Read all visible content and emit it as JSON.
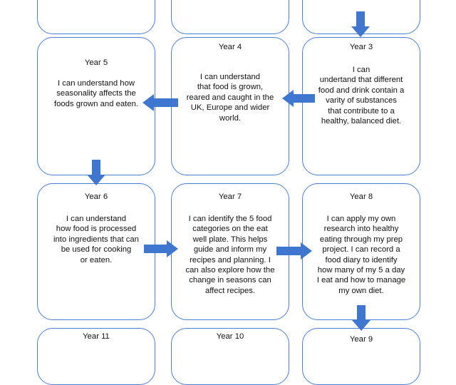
{
  "colors": {
    "box_border": "#4a7fd6",
    "arrow_fill": "#3f76cf"
  },
  "boxes": {
    "top_left": {
      "title": "",
      "body": ""
    },
    "top_middle": {
      "title": "",
      "body": ""
    },
    "top_right": {
      "title": "",
      "body": ""
    },
    "year5": {
      "title": "Year 5",
      "body": "I can understand how\nseasonality affects the\nfoods grown and eaten."
    },
    "year4": {
      "title": "Year 4",
      "body": "I can understand\nthat food is grown,\nreared and caught in the\nUK, Europe and wider\nworld."
    },
    "year3": {
      "title": "Year 3",
      "body": "I can\nundertand that different\nfood and drink contain a\nvarity of substances\nthat contribute to a\nhealthy, balanced diet."
    },
    "year6": {
      "title": "Year 6",
      "body": "I can understand\nhow food is processed\ninto ingredients that can\nbe used for cooking\nor eaten."
    },
    "year7": {
      "title": "Year 7",
      "body": "I can identify the 5 food\ncategories on the eat\nwell plate. This helps\nguide and inform my\nrecipes and planning. I\ncan also explore how the\nchange in seasons can\naffect recipes."
    },
    "year8": {
      "title": "Year 8",
      "body": "I can apply my own\nresearch into healthy\neating through my prep\nproject. I can record a\nfood diary to identify\nhow many of my 5 a day\nI eat and how to manage\nmy own diet."
    },
    "year11": {
      "title": "Year 11",
      "body": ""
    },
    "year10": {
      "title": "Year 10",
      "body": ""
    },
    "year9": {
      "title": "Year 9",
      "body": ""
    }
  }
}
